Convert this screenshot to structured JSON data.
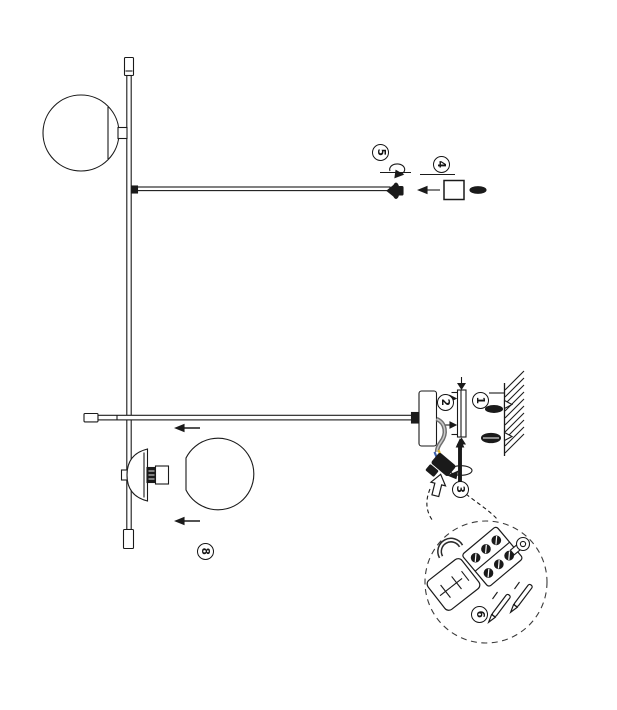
{
  "steps": {
    "n1": "1",
    "n2": "2",
    "n3": "3",
    "n4": "4",
    "n5": "5",
    "n6": "6",
    "n8": "8"
  },
  "colors": {
    "outline": "#1a1a1a",
    "wire_yellow": "#d8b22e",
    "wire_blue": "#3a5fae",
    "conduit_grey": "#6e6e6e"
  }
}
